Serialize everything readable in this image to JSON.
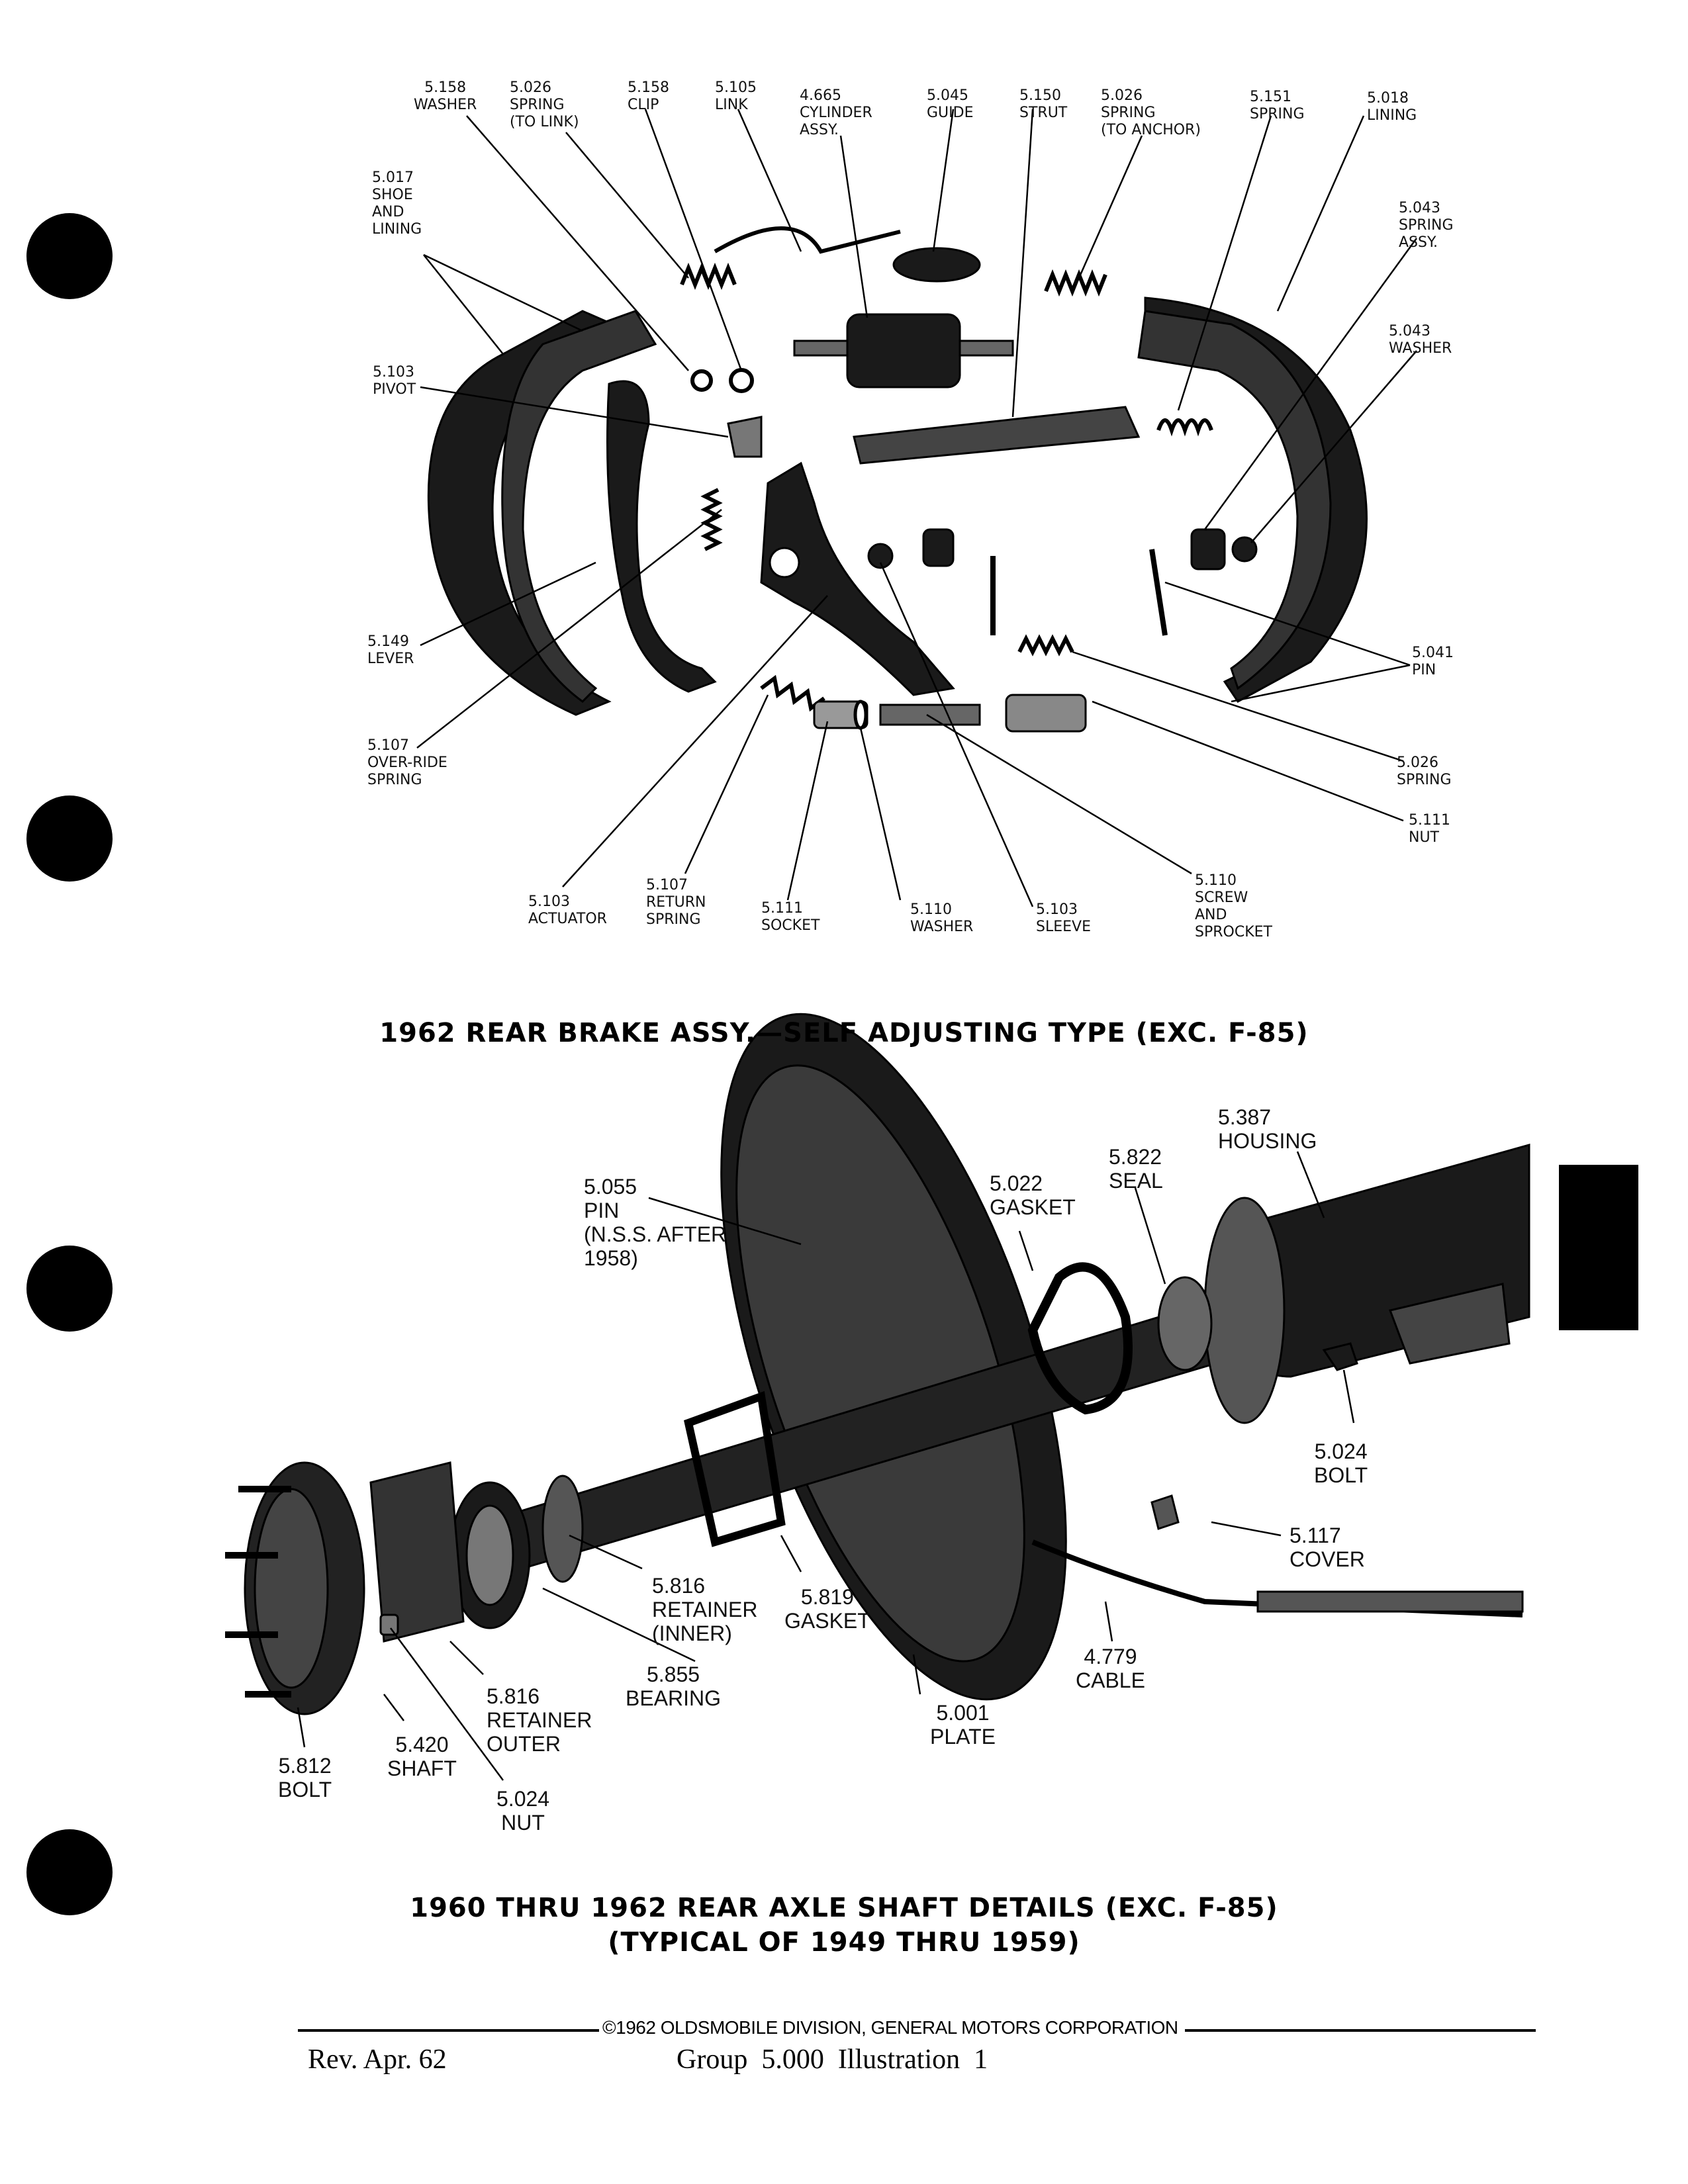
{
  "diagram_top": {
    "caption": "1962 REAR BRAKE ASSY.—SELF ADJUSTING TYPE (EXC. F-85)",
    "labels": [
      {
        "id": "washer-5158",
        "text": "5.158\nWASHER"
      },
      {
        "id": "spring-to-link",
        "text": "5.026\nSPRING\n(TO LINK)"
      },
      {
        "id": "clip",
        "text": "5.158\nCLIP"
      },
      {
        "id": "link",
        "text": "5.105\nLINK"
      },
      {
        "id": "cylinder",
        "text": "4.665\nCYLINDER\nASSY."
      },
      {
        "id": "guide",
        "text": "5.045\nGUIDE"
      },
      {
        "id": "strut",
        "text": "5.150\nSTRUT"
      },
      {
        "id": "spring-to-anchor",
        "text": "5.026\nSPRING\n(TO ANCHOR)"
      },
      {
        "id": "spring-5151",
        "text": "5.151\nSPRING"
      },
      {
        "id": "lining",
        "text": "5.018\nLINING"
      },
      {
        "id": "shoe-lining",
        "text": "5.017\nSHOE\nAND\nLINING"
      },
      {
        "id": "spring-assy",
        "text": "5.043\nSPRING\nASSY."
      },
      {
        "id": "washer-5043",
        "text": "5.043\nWASHER"
      },
      {
        "id": "pivot",
        "text": "5.103\nPIVOT"
      },
      {
        "id": "lever",
        "text": "5.149\nLEVER"
      },
      {
        "id": "pin-5041",
        "text": "5.041\nPIN"
      },
      {
        "id": "override-spring",
        "text": "5.107\nOVER-RIDE\nSPRING"
      },
      {
        "id": "spring-5026",
        "text": "5.026\nSPRING"
      },
      {
        "id": "nut-5111",
        "text": "5.111\nNUT"
      },
      {
        "id": "actuator",
        "text": "5.103\nACTUATOR"
      },
      {
        "id": "return-spring",
        "text": "5.107\nRETURN\nSPRING"
      },
      {
        "id": "socket",
        "text": "5.111\nSOCKET"
      },
      {
        "id": "washer-5110",
        "text": "5.110\nWASHER"
      },
      {
        "id": "sleeve",
        "text": "5.103\nSLEEVE"
      },
      {
        "id": "screw-sprocket",
        "text": "5.110\nSCREW\nAND\nSPROCKET"
      }
    ]
  },
  "diagram_bottom": {
    "caption_line1": "1960 THRU 1962 REAR AXLE SHAFT DETAILS (EXC. F-85)",
    "caption_line2": "(TYPICAL OF 1949 THRU 1959)",
    "labels": [
      {
        "id": "housing",
        "text": "5.387\nHOUSING"
      },
      {
        "id": "seal",
        "text": "5.822\nSEAL"
      },
      {
        "id": "gasket-5022",
        "text": "5.022\nGASKET"
      },
      {
        "id": "pin-5055",
        "text": "5.055\nPIN\n(N.S.S. AFTER\n1958)"
      },
      {
        "id": "bolt-5024",
        "text": "5.024\nBOLT"
      },
      {
        "id": "cover",
        "text": "5.117\nCOVER"
      },
      {
        "id": "retainer-inner",
        "text": "5.816\nRETAINER\n(INNER)"
      },
      {
        "id": "gasket-5819",
        "text": "5.819\nGASKET"
      },
      {
        "id": "bearing",
        "text": "5.855\nBEARING"
      },
      {
        "id": "cable",
        "text": "4.779\nCABLE"
      },
      {
        "id": "plate",
        "text": "5.001\nPLATE"
      },
      {
        "id": "retainer-outer",
        "text": "5.816\nRETAINER\nOUTER"
      },
      {
        "id": "shaft",
        "text": "5.420\nSHAFT"
      },
      {
        "id": "bolt-5812",
        "text": "5.812\nBOLT"
      },
      {
        "id": "nut-5024",
        "text": "5.024\nNUT"
      }
    ]
  },
  "footer": {
    "copyright": "©1962 OLDSMOBILE DIVISION, GENERAL MOTORS CORPORATION",
    "revision": "Rev. Apr. 62",
    "group": "Group  5.000  Illustration  1"
  }
}
